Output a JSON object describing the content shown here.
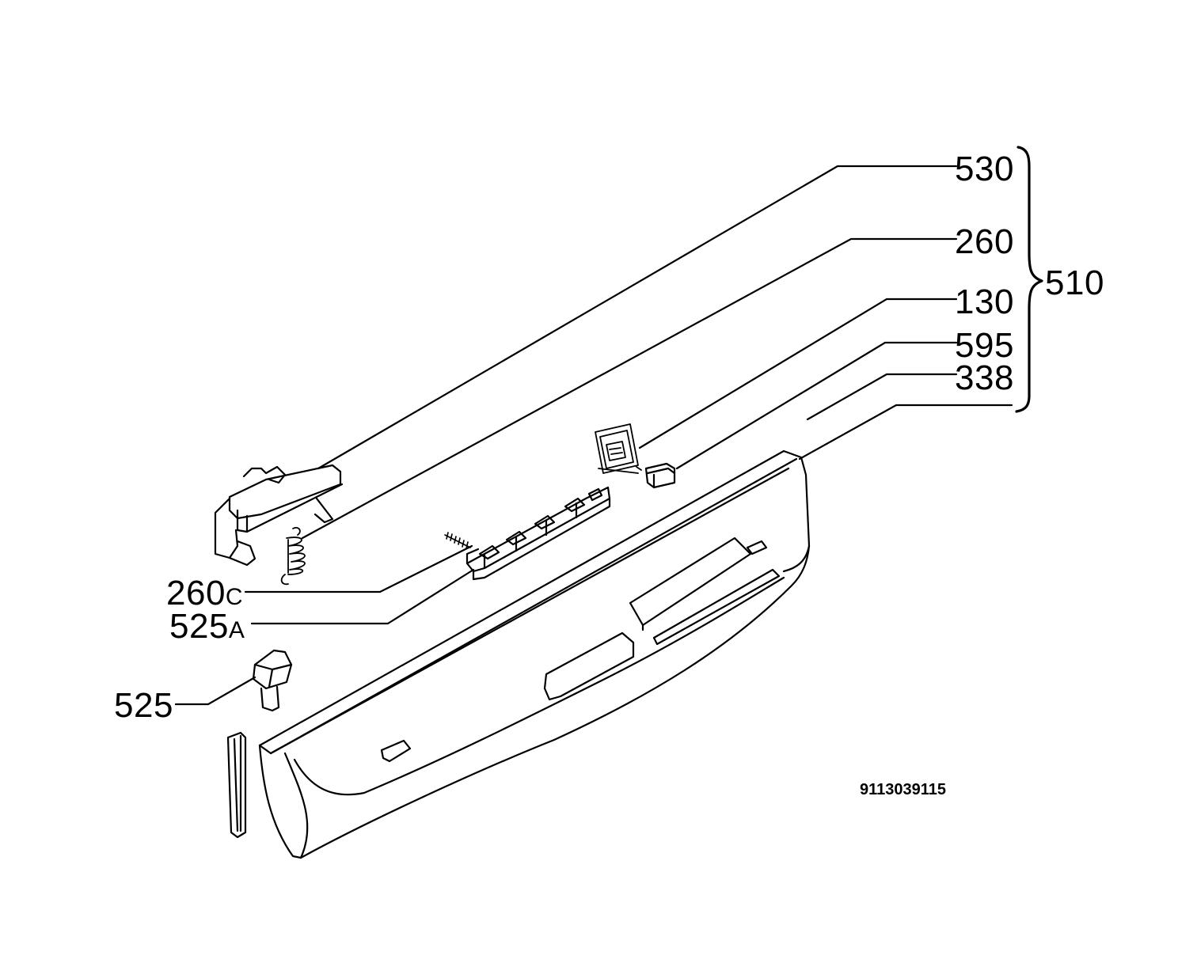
{
  "callouts": {
    "c530": "530",
    "c260": "260",
    "c130": "130",
    "c595": "595",
    "c338": "338",
    "c510": "510",
    "c260c_num": "260",
    "c260c_suffix": "C",
    "c525a_num": "525",
    "c525a_suffix": "A",
    "c525": "525"
  },
  "document_number": "9113039115",
  "colors": {
    "ink": "#000000",
    "background": "#ffffff",
    "panel_shade": "#e0e0e0"
  }
}
